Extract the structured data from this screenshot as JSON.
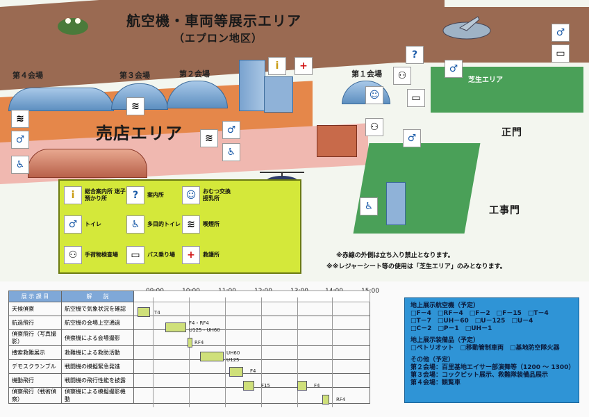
{
  "map": {
    "title": "航空機・車両等展示エリア",
    "subtitle": "（エプロン地区）",
    "shop_area": "売店エリア",
    "lawn_area": "芝生エリア",
    "main_gate": "正門",
    "work_gate": "工事門",
    "halls": {
      "hall4": "第４会場",
      "hall3": "第３会場",
      "hall2": "第２会場",
      "hall1": "第１会場"
    },
    "notes": {
      "red_line": "※赤線の外側は立ち入り禁止となります。",
      "sheet": "※※レジャーシート等の使用は「芝生エリア」のみとなります。"
    }
  },
  "legend": {
    "items": [
      {
        "icon": "info-i-icon",
        "label": "総合案内所 迷子預かり所"
      },
      {
        "icon": "question-icon",
        "label": "案内所"
      },
      {
        "icon": "baby-care-icon",
        "label": "おむつ交換 授乳所"
      },
      {
        "icon": "toilet-icon",
        "label": "トイレ"
      },
      {
        "icon": "wheelchair-icon",
        "label": "多目的トイレ"
      },
      {
        "icon": "smoking-icon",
        "label": "喫煙所"
      },
      {
        "icon": "baggage-check-icon",
        "label": "手荷物検査場"
      },
      {
        "icon": "bus-icon",
        "label": "バス乗り場"
      },
      {
        "icon": "first-aid-icon",
        "label": "救護所"
      }
    ]
  },
  "schedule": {
    "headers": {
      "item": "展 示 課 目",
      "desc": "解　　説"
    },
    "times": [
      "09:00",
      "10:00",
      "11:00",
      "12:00",
      "13:00",
      "14:00",
      "15:00"
    ],
    "rows": [
      {
        "item": "天候偵察",
        "desc": "航空機で気象状況を確認"
      },
      {
        "item": "航過飛行",
        "desc": "航空機の会場上空通過"
      },
      {
        "item": "偵察飛行（写真撮影）",
        "desc": "偵察機による会場撮影"
      },
      {
        "item": "捜索救難展示",
        "desc": "救難機による救助活動"
      },
      {
        "item": "デモスクランブル",
        "desc": "戦闘機の模擬緊急発進"
      },
      {
        "item": "機動飛行",
        "desc": "戦闘機の飛行性能を披露"
      },
      {
        "item": "偵察飛行（戦術偵察）",
        "desc": "偵察機による模擬撮影機動"
      }
    ],
    "bar_labels": [
      "T4",
      "F4・RF4",
      "U125・UH60",
      "RF4",
      "UH60",
      "U125",
      "F4",
      "F15",
      "F4",
      "RF4"
    ]
  },
  "info": {
    "aircraft_title": "地上展示航空機（予定）",
    "aircraft_lines": [
      "□F－4　□RF－4　□F－2　□F－15　□T－4",
      "□T－7　□UH－60　□U－125　□U－4",
      "□C－2　□P－1　□UH－1"
    ],
    "equip_title": "地上展示装備品（予定）",
    "equip_line": "□ペトリオット　□移動管制車両　□基地防空隊火器",
    "other_title": "その他（予定）",
    "other_lines": [
      "第２会場：百里基地エイサー部演舞等（1200 ～ 1300）",
      "第３会場：コックピット展示、救難隊装備品展示",
      "第４会場：観覧車"
    ]
  }
}
